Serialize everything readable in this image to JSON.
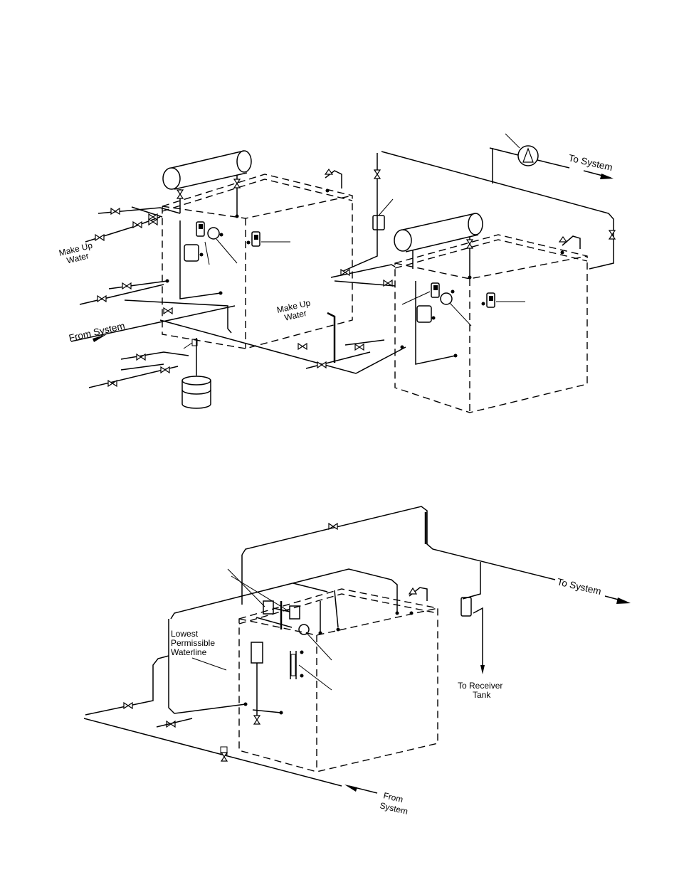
{
  "diagram_top": {
    "labels": {
      "make_up_water_left_1": "Make Up",
      "make_up_water_left_2": "Water",
      "from_system": "From System",
      "make_up_water_mid_1": "Make Up",
      "make_up_water_mid_2": "Water",
      "to_system": "To System"
    }
  },
  "diagram_bottom": {
    "labels": {
      "lowest_1": "Lowest",
      "lowest_2": "Permissible",
      "lowest_3": "Waterline",
      "to_system": "To System",
      "to_receiver_1": "To Receiver",
      "to_receiver_2": "Tank",
      "from_system_1": "From",
      "from_system_2": "System"
    }
  }
}
